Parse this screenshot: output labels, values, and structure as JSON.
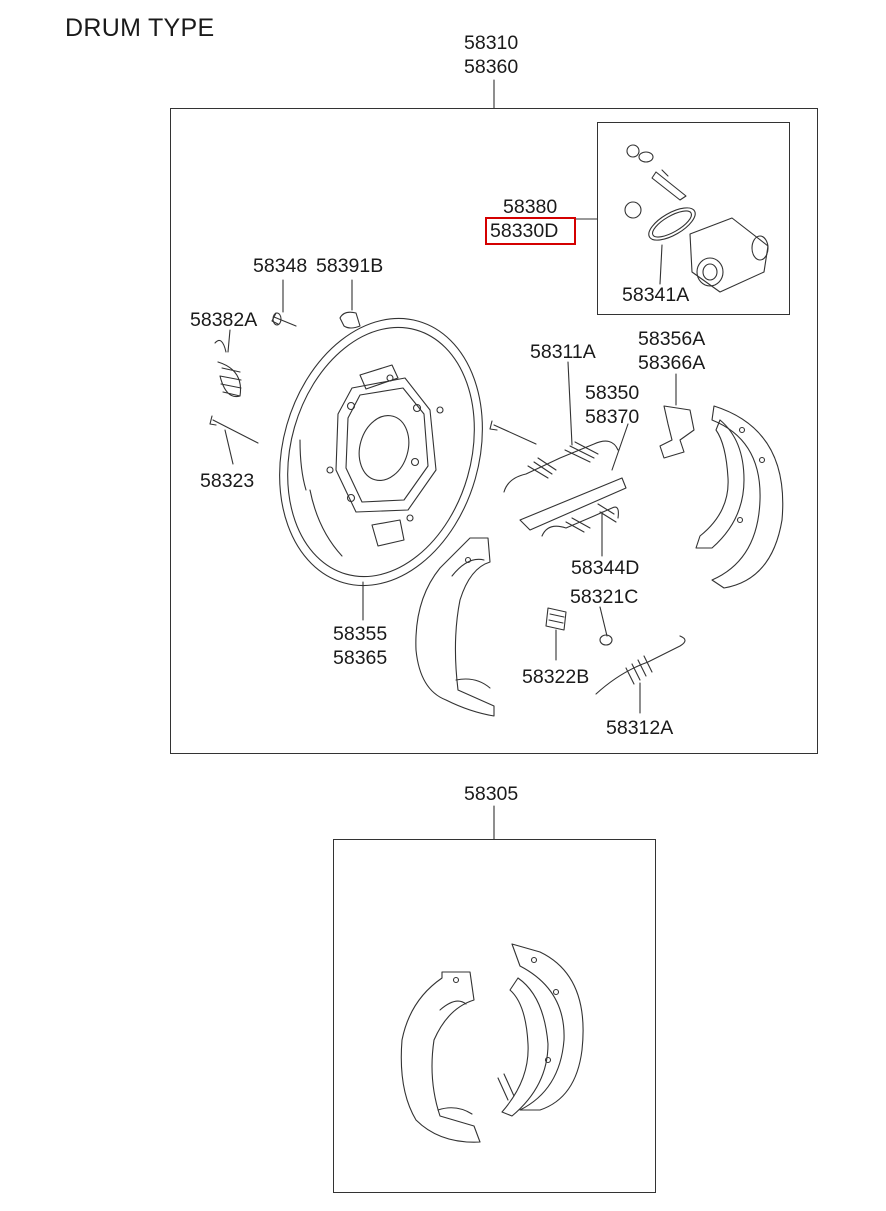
{
  "title": "DRUM TYPE",
  "colors": {
    "line": "#333333",
    "highlight": "#d40000"
  },
  "assembly_top": {
    "lines": [
      "58310",
      "58360"
    ]
  },
  "cylinder_kit": {
    "lines": [
      "58380"
    ],
    "highlighted": "58330D",
    "seal": "58341A"
  },
  "labels": {
    "p58348": "58348",
    "p58391B": "58391B",
    "p58382A": "58382A",
    "p58323": "58323",
    "p58355": "58355",
    "p58365": "58365",
    "p58311A": "58311A",
    "p58356A": "58356A",
    "p58366A": "58366A",
    "p58350": "58350",
    "p58370": "58370",
    "p58344D": "58344D",
    "p58321C": "58321C",
    "p58322B": "58322B",
    "p58312A": "58312A"
  },
  "assembly_bottom": {
    "label": "58305"
  }
}
